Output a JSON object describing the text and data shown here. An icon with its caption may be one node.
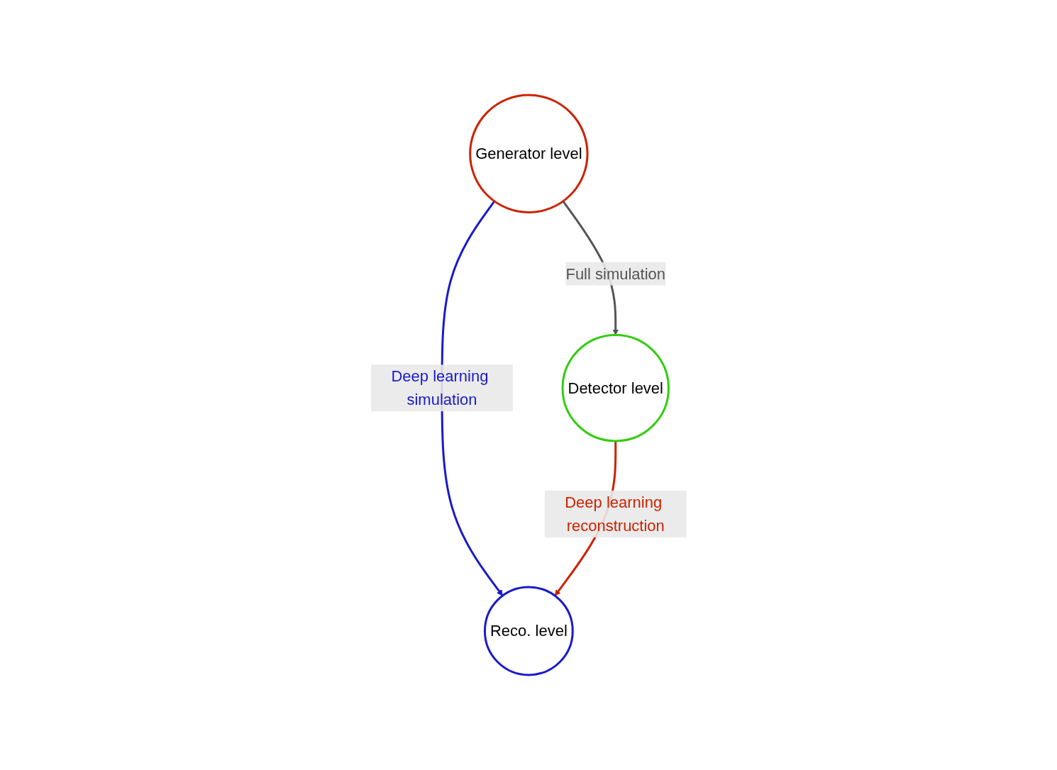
{
  "diagram": {
    "nodes": [
      {
        "text": [
          "Generator level"
        ]
      },
      {
        "text": [
          "Reco. level"
        ]
      },
      {
        "text": [
          "Detector level"
        ]
      }
    ],
    "edges": [
      {
        "from": 0,
        "to": 1,
        "arrow": "to",
        "label": "Deep learning simulation",
        "color": "#1a1acc"
      },
      {
        "from": 0,
        "to": 2,
        "arrow": "to",
        "label": "Full simulation",
        "color": "#555555"
      },
      {
        "from": 2,
        "to": 1,
        "arrow": "to",
        "label": "Deep learning reconstruction",
        "color": "#cc2200"
      }
    ]
  }
}
